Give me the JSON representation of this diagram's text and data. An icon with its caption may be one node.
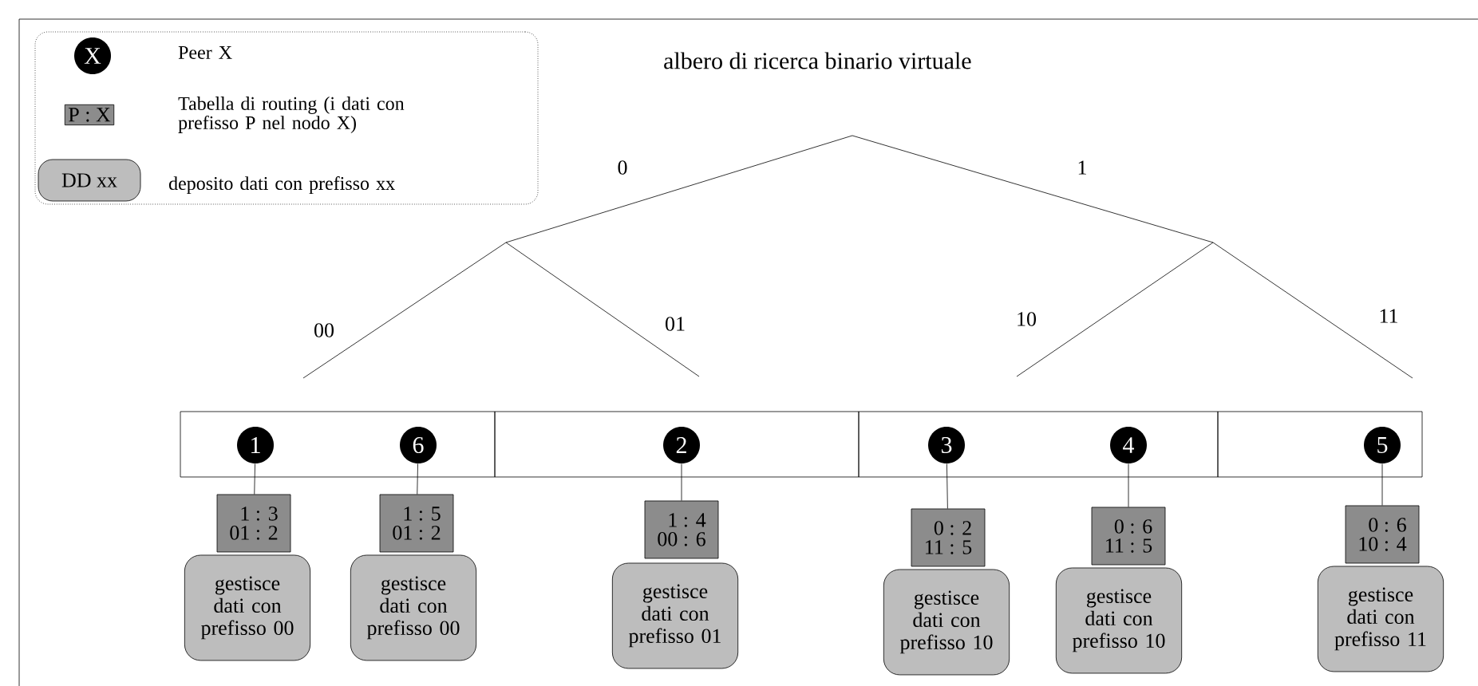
{
  "diagram": {
    "title": "albero di ricerca binario virtuale",
    "nodes": [
      {
        "text": [],
        "shape": "box"
      },
      {
        "text": [
          "X"
        ],
        "in": 0,
        "beside": [
          "Peer X"
        ]
      },
      {
        "text": [
          "P : X"
        ],
        "in": 0,
        "beside": [
          "Tabella di routing (i dati con prefisso P nel nodo X)"
        ]
      },
      {
        "text": [
          "DD xx"
        ],
        "in": 0,
        "beside": [
          "deposito dati con prefisso xx"
        ]
      },
      {
        "text": [],
        "shape": "box"
      },
      {
        "text": [],
        "shape": "box"
      },
      {
        "text": [],
        "shape": "box"
      },
      {
        "text": [],
        "shape": "box"
      },
      {
        "text": [
          "1"
        ],
        "in": 4
      },
      {
        "text": [
          "6"
        ],
        "in": 4
      },
      {
        "text": [
          "2"
        ],
        "in": 5
      },
      {
        "text": [
          "3"
        ],
        "in": 6
      },
      {
        "text": [
          "4"
        ],
        "in": 6
      },
      {
        "text": [
          "5"
        ],
        "in": 7
      },
      {
        "text": [
          "1 : 3",
          "01 : 2"
        ]
      },
      {
        "text": [
          "1 : 5",
          "01 : 2"
        ]
      },
      {
        "text": [
          "1 : 4",
          "00 : 6"
        ]
      },
      {
        "text": [
          "0 : 2",
          "11 : 5"
        ]
      },
      {
        "text": [
          "0 : 6",
          "11 : 5"
        ]
      },
      {
        "text": [
          "0 : 6",
          "10 : 4"
        ]
      },
      {
        "text": [
          "gestisce dati con prefisso 00"
        ]
      },
      {
        "text": [
          "gestisce dati con prefisso 00"
        ]
      },
      {
        "text": [
          "gestisce dati con prefisso 01"
        ]
      },
      {
        "text": [
          "gestisce dati con prefisso 10"
        ]
      },
      {
        "text": [
          "gestisce dati con prefisso 10"
        ]
      },
      {
        "text": [
          "gestisce dati con prefisso 11"
        ]
      }
    ],
    "edges": [
      {
        "from": 8,
        "to": 14,
        "arrow": "none"
      },
      {
        "from": 9,
        "to": 15,
        "arrow": "none"
      },
      {
        "from": 10,
        "to": 16,
        "arrow": "none"
      },
      {
        "from": 11,
        "to": 17,
        "arrow": "none"
      },
      {
        "from": 12,
        "to": 18,
        "arrow": "none"
      },
      {
        "from": 13,
        "to": 19,
        "arrow": "none"
      }
    ],
    "labels": [
      "0",
      "1",
      "00",
      "01",
      "10",
      "11"
    ]
  }
}
